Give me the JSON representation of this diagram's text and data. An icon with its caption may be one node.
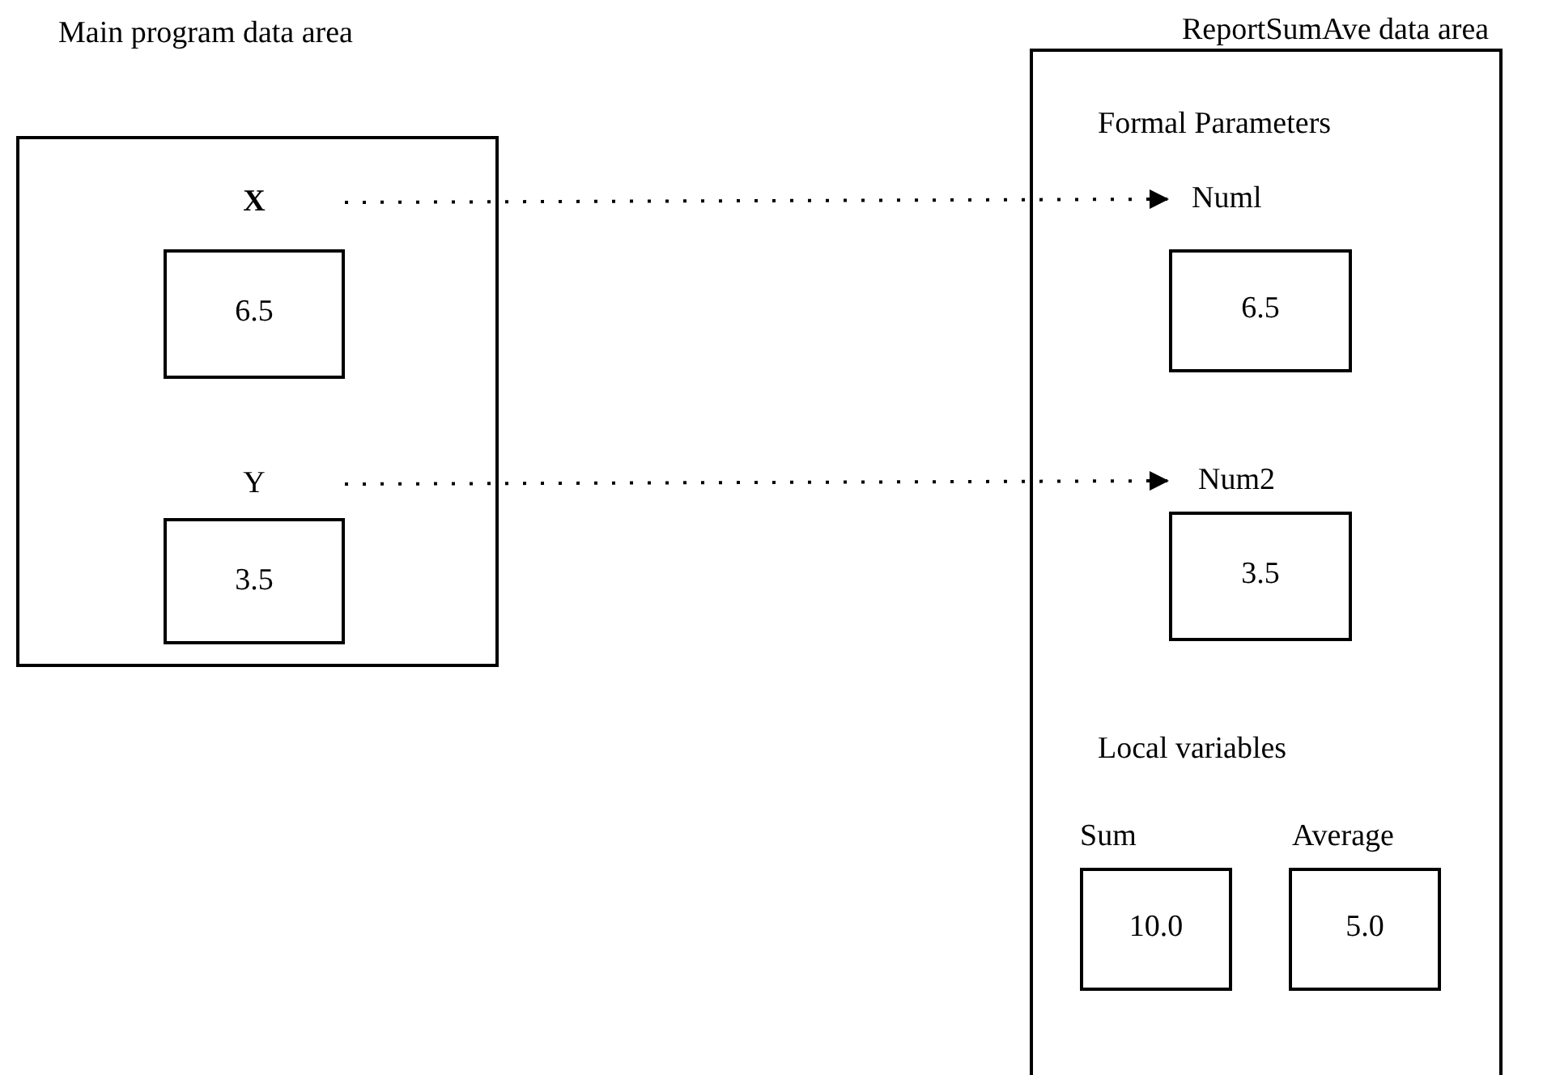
{
  "diagram": {
    "nodes": [
      {
        "text": [
          "Main program data area"
        ]
      },
      {
        "text": [
          "X",
          "6.5"
        ],
        "in": 0
      },
      {
        "text": [
          "Y",
          "3.5"
        ],
        "in": 0
      },
      {
        "text": [
          "ReportSumAve data area",
          "Formal Parameters",
          "Local variables"
        ]
      },
      {
        "text": [
          "Numl",
          "6.5"
        ],
        "in": 3
      },
      {
        "text": [
          "Num2",
          "3.5"
        ],
        "in": 3
      },
      {
        "text": [
          "Sum",
          "10.0"
        ],
        "in": 3
      },
      {
        "text": [
          "Average",
          "5.0"
        ],
        "in": 3
      }
    ],
    "edges": [
      {
        "from": 1,
        "to": 4,
        "arrow": "to",
        "style": "dashed"
      },
      {
        "from": 2,
        "to": 5,
        "arrow": "to",
        "style": "dashed"
      }
    ]
  }
}
